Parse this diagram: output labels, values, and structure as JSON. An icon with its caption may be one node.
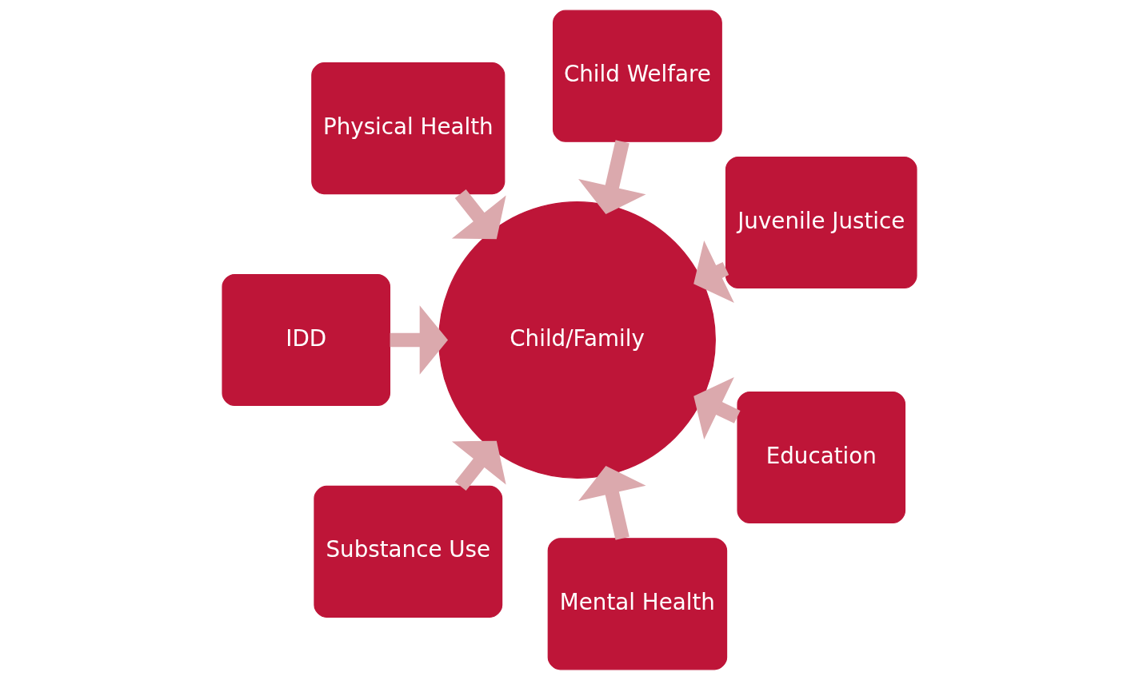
{
  "diagram": {
    "nodes": [
      {
        "text": [
          "Juvenile Justice"
        ]
      },
      {
        "text": [
          "Child Welfare"
        ]
      },
      {
        "text": [
          "Physical Health"
        ]
      },
      {
        "text": [
          "IDD"
        ]
      },
      {
        "text": [
          "Substance Use"
        ]
      },
      {
        "text": [
          "Mental Health"
        ]
      },
      {
        "text": [
          "Child/Family"
        ]
      },
      {
        "text": [
          "Education"
        ]
      }
    ],
    "edges": [
      {
        "from": 5,
        "to": 6,
        "arrow": "to"
      },
      {
        "from": 3,
        "to": 6,
        "arrow": "to"
      },
      {
        "from": 1,
        "to": 6,
        "arrow": "to"
      },
      {
        "from": 0,
        "to": 6,
        "arrow": "to"
      },
      {
        "from": 2,
        "to": 6,
        "arrow": "to"
      },
      {
        "from": 4,
        "to": 6,
        "arrow": "to"
      },
      {
        "from": 7,
        "to": 6,
        "arrow": "to"
      }
    ]
  }
}
